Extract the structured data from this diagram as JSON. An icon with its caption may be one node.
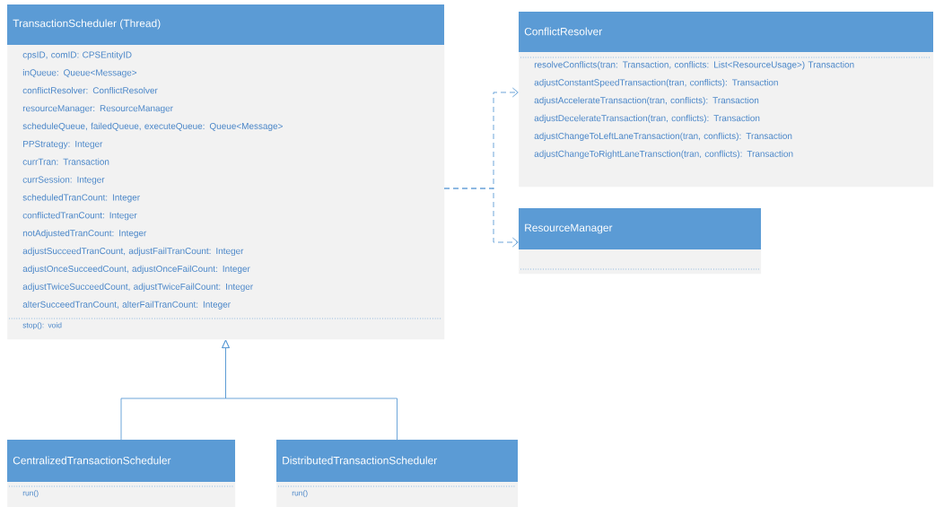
{
  "diagram": {
    "nodes": [
      {
        "text": [
          "TransactionScheduler (Thread)",
          "cpsID, comID: CPSEntityID",
          "inQueue: Queue<Message>",
          "conflictResolver: ConflictResolver",
          "resourceManager: ResourceManager",
          "scheduleQueue, failedQueue, executeQueue: Queue<Message>",
          "PPStrategy: Integer",
          "currTran: Transaction",
          "currSession: Integer",
          "scheduledTranCount: Integer",
          "conflictedTranCount: Integer",
          "notAdjustedTranCount: Integer",
          "adjustSucceedTranCount, adjustFailTranCount: Integer",
          "adjustOnceSucceedCount, adjustOnceFailCount: Integer",
          "adjustTwiceSucceedCount, adjustTwiceFailCount: Integer",
          "alterSucceedTranCount, alterFailTranCount: Integer",
          "stop(): void"
        ]
      },
      {
        "text": [
          "ConflictResolver",
          "resolveConflicts(tran: Transaction, conflicts: List<ResourceUsage>) Transaction",
          "adjustConstantSpeedTransaction(tran, conflicts): Transaction",
          "adjustAccelerateTransaction(tran, conflicts): Transaction",
          "adjustDecelerateTransaction(tran, conflicts): Transaction",
          "adjustChangeToLeftLaneTransaction(tran, conflicts): Transaction",
          "adjustChangeToRightLaneTransction(tran, conflicts): Transaction"
        ]
      },
      {
        "text": [
          "ResourceManager"
        ]
      },
      {
        "text": [
          "CentralizedTransactionScheduler",
          "run()"
        ]
      },
      {
        "text": [
          "DistributedTransactionScheduler",
          "run()"
        ]
      }
    ],
    "edges": [
      {
        "from": 0,
        "to": 1,
        "arrow": "to",
        "style": "dashed"
      },
      {
        "from": 0,
        "to": 2,
        "arrow": "to",
        "style": "dashed"
      },
      {
        "from": 3,
        "to": 0,
        "arrow": "to"
      },
      {
        "from": 4,
        "to": 0,
        "arrow": "to"
      }
    ]
  }
}
